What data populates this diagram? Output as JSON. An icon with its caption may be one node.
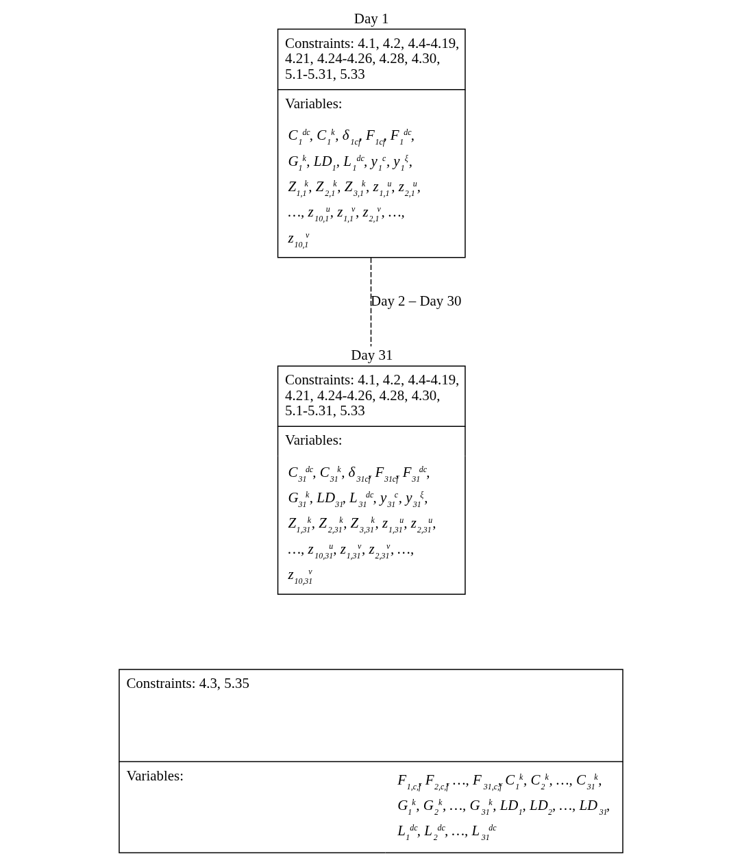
{
  "diagram": {
    "nodes": [
      {
        "text": [
          "Day 1",
          "Constraints: 4.1, 4.2, 4.4-4.19, 4.21, 4.24-4.26, 4.28, 4.30, 5.1-5.31, 5.33",
          "Variables:",
          "C$_{1}$$^{dc}$, C$_{1}$$^{k}$, δ$_{1cf}$, F$_{1cf}$, F$_{1}$$^{dc}$, G$_{1}$$^{k}$, LD$_{1}$, L$_{1}$$^{dc}$, y$_{1}$$^{c}$, y$_{1}$$^{ξ}$, Z$_{1,1}$$^{k}$, Z$_{2,1}$$^{k}$, Z$_{3,1}$$^{k}$, z$_{1,1}$$^{u}$, z$_{2,1}$$^{u}$, …, z$_{10,1}$$^{u}$, z$_{1,1}$$^{v}$, z$_{2,1}$$^{v}$, …, z$_{10,1}$$^{v}$"
        ]
      },
      {
        "text": [
          "Day 31",
          "Constraints: 4.1, 4.2, 4.4-4.19, 4.21, 4.24-4.26, 4.28, 4.30, 5.1-5.31, 5.33",
          "Variables:",
          "C$_{31}$$^{dc}$, C$_{31}$$^{k}$, δ$_{31cf}$, F$_{31cf}$, F$_{31}$$^{dc}$, G$_{31}$$^{k}$, LD$_{31}$, L$_{31}$$^{dc}$, y$_{31}$$^{c}$, y$_{31}$$^{ξ}$, Z$_{1,31}$$^{k}$, Z$_{2,31}$$^{k}$, Z$_{3,31}$$^{k}$, z$_{1,31}$$^{u}$, z$_{2,31}$$^{u}$, …, z$_{10,31}$$^{u}$, z$_{1,31}$$^{v}$, z$_{2,31}$$^{v}$, …, z$_{10,31}$$^{v}$"
        ]
      },
      {
        "text": [
          "Constraints: 4.3, 5.35",
          "Variables:",
          "F$_{1,c,f}$, F$_{2,c,f}$, …, F$_{31,c,f}$, C$_{1}$$^{k}$, C$_{2}$$^{k}$, …, C$_{31}$$^{k}$, G$_{1}$$^{k}$, G$_{2}$$^{k}$, …, G$_{31}$$^{k}$, LD$_{1}$, LD$_{2}$, …, LD$_{31}$, L$_{1}$$^{dc}$, L$_{2}$$^{dc}$, …, L$_{31}$$^{dc}$"
        ]
      }
    ],
    "edges": [
      {
        "from": 0,
        "to": 1,
        "arrow": "none",
        "label": "Day 2 – Day 30",
        "style": "dashed"
      }
    ]
  }
}
